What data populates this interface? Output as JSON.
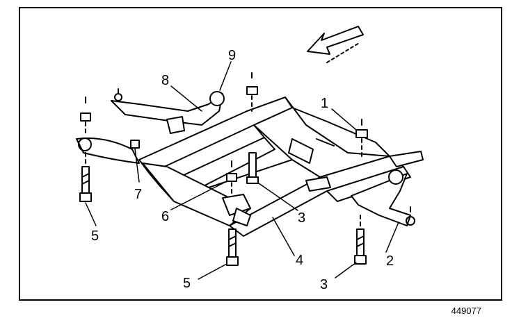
{
  "figure": {
    "number": "449077",
    "callouts": [
      {
        "id": "1",
        "label": "1"
      },
      {
        "id": "2",
        "label": "2"
      },
      {
        "id": "3a",
        "label": "3"
      },
      {
        "id": "3b",
        "label": "3"
      },
      {
        "id": "4",
        "label": "4"
      },
      {
        "id": "5a",
        "label": "5"
      },
      {
        "id": "5b",
        "label": "5"
      },
      {
        "id": "6",
        "label": "6"
      },
      {
        "id": "7",
        "label": "7"
      },
      {
        "id": "8",
        "label": "8"
      },
      {
        "id": "9",
        "label": "9"
      }
    ]
  },
  "colors": {
    "ink": "#000000",
    "paper": "#ffffff"
  }
}
